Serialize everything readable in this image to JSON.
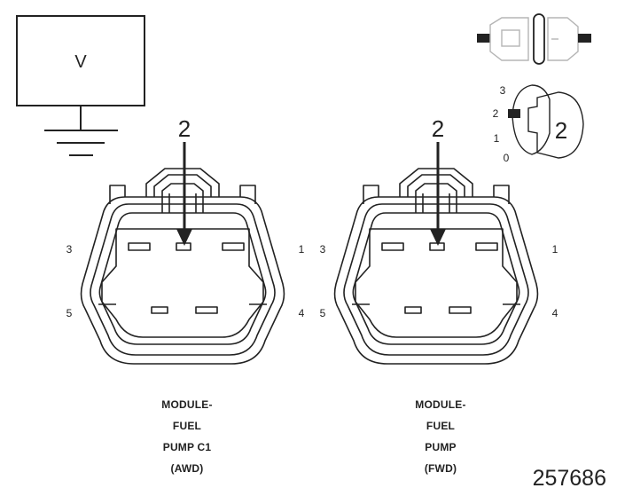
{
  "meter": {
    "symbol": "V"
  },
  "connectors": [
    {
      "callout": "2",
      "pins": {
        "p1": "1",
        "p3": "3",
        "p4": "4",
        "p5": "5"
      },
      "caption": [
        "MODULE-",
        "FUEL",
        "PUMP C1",
        "(AWD)"
      ]
    },
    {
      "callout": "2",
      "pins": {
        "p1": "1",
        "p3": "3",
        "p4": "4",
        "p5": "5"
      },
      "caption": [
        "MODULE-",
        "FUEL",
        "PUMP",
        "(FWD)"
      ]
    }
  ],
  "legend": {
    "scale": [
      "3",
      "2",
      "1",
      "0"
    ],
    "key_label": "2"
  },
  "figure_number": "257686"
}
